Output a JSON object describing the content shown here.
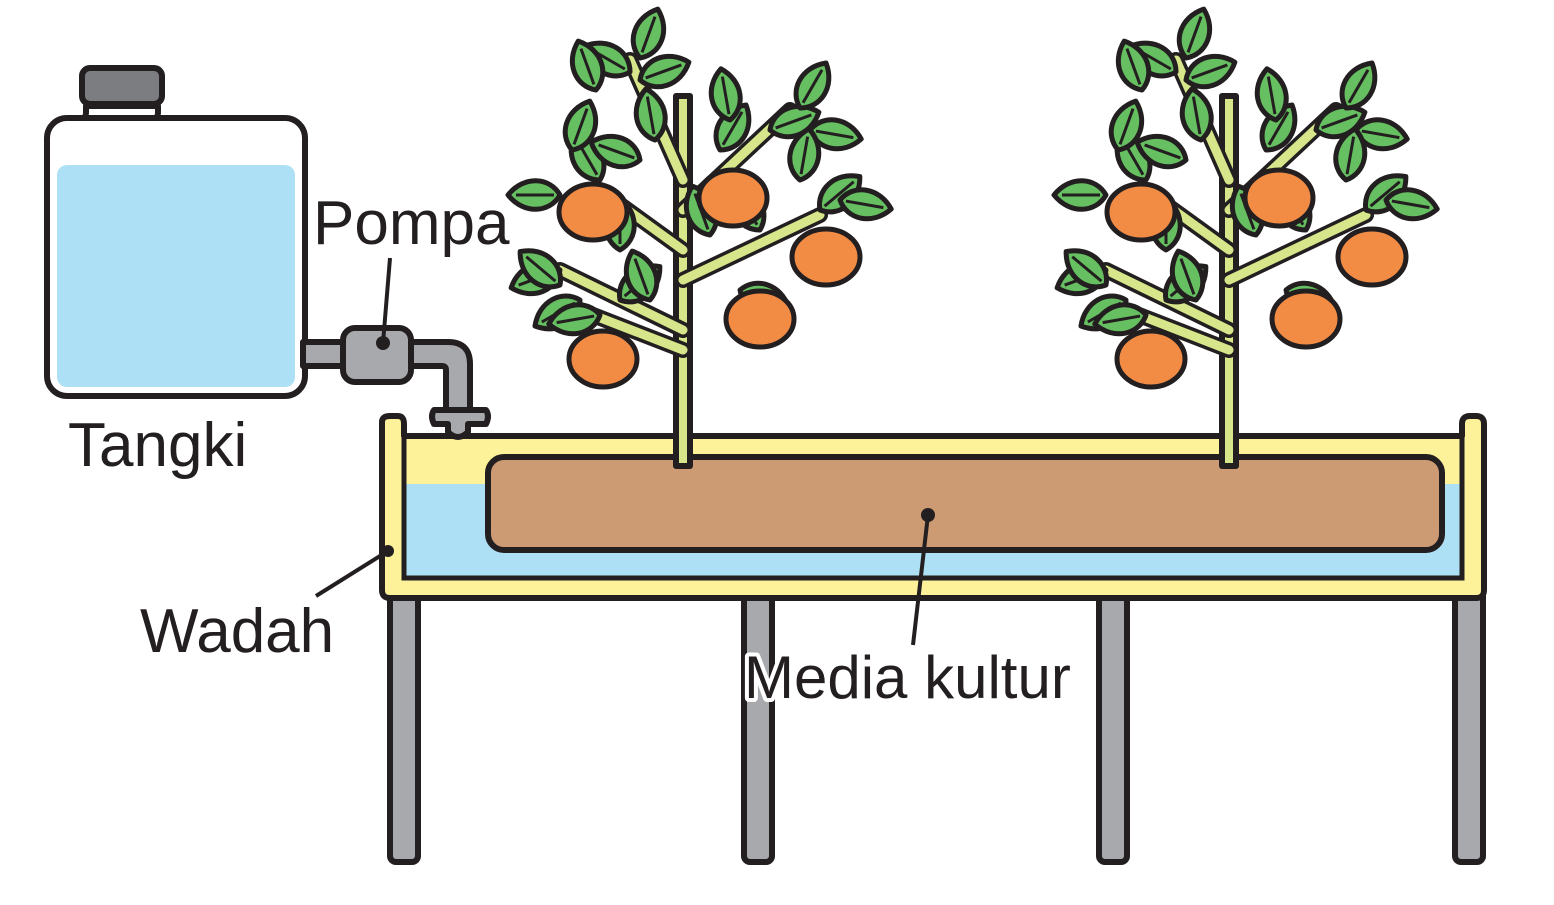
{
  "labels": {
    "pompa": "Pompa",
    "tangki": "Tangki",
    "wadah": "Wadah",
    "media_kultur": "Media kultur"
  },
  "colors": {
    "ink": "#231f20",
    "water": "#aee0f5",
    "container": "#fdf29a",
    "container_rim": "#fff27a",
    "soil": "#cd9b73",
    "leaf": "#66bf60",
    "orange": "#f28c45",
    "stem": "#d7e68a",
    "metal": "#a8a9ad",
    "cap": "#7c7d80"
  }
}
